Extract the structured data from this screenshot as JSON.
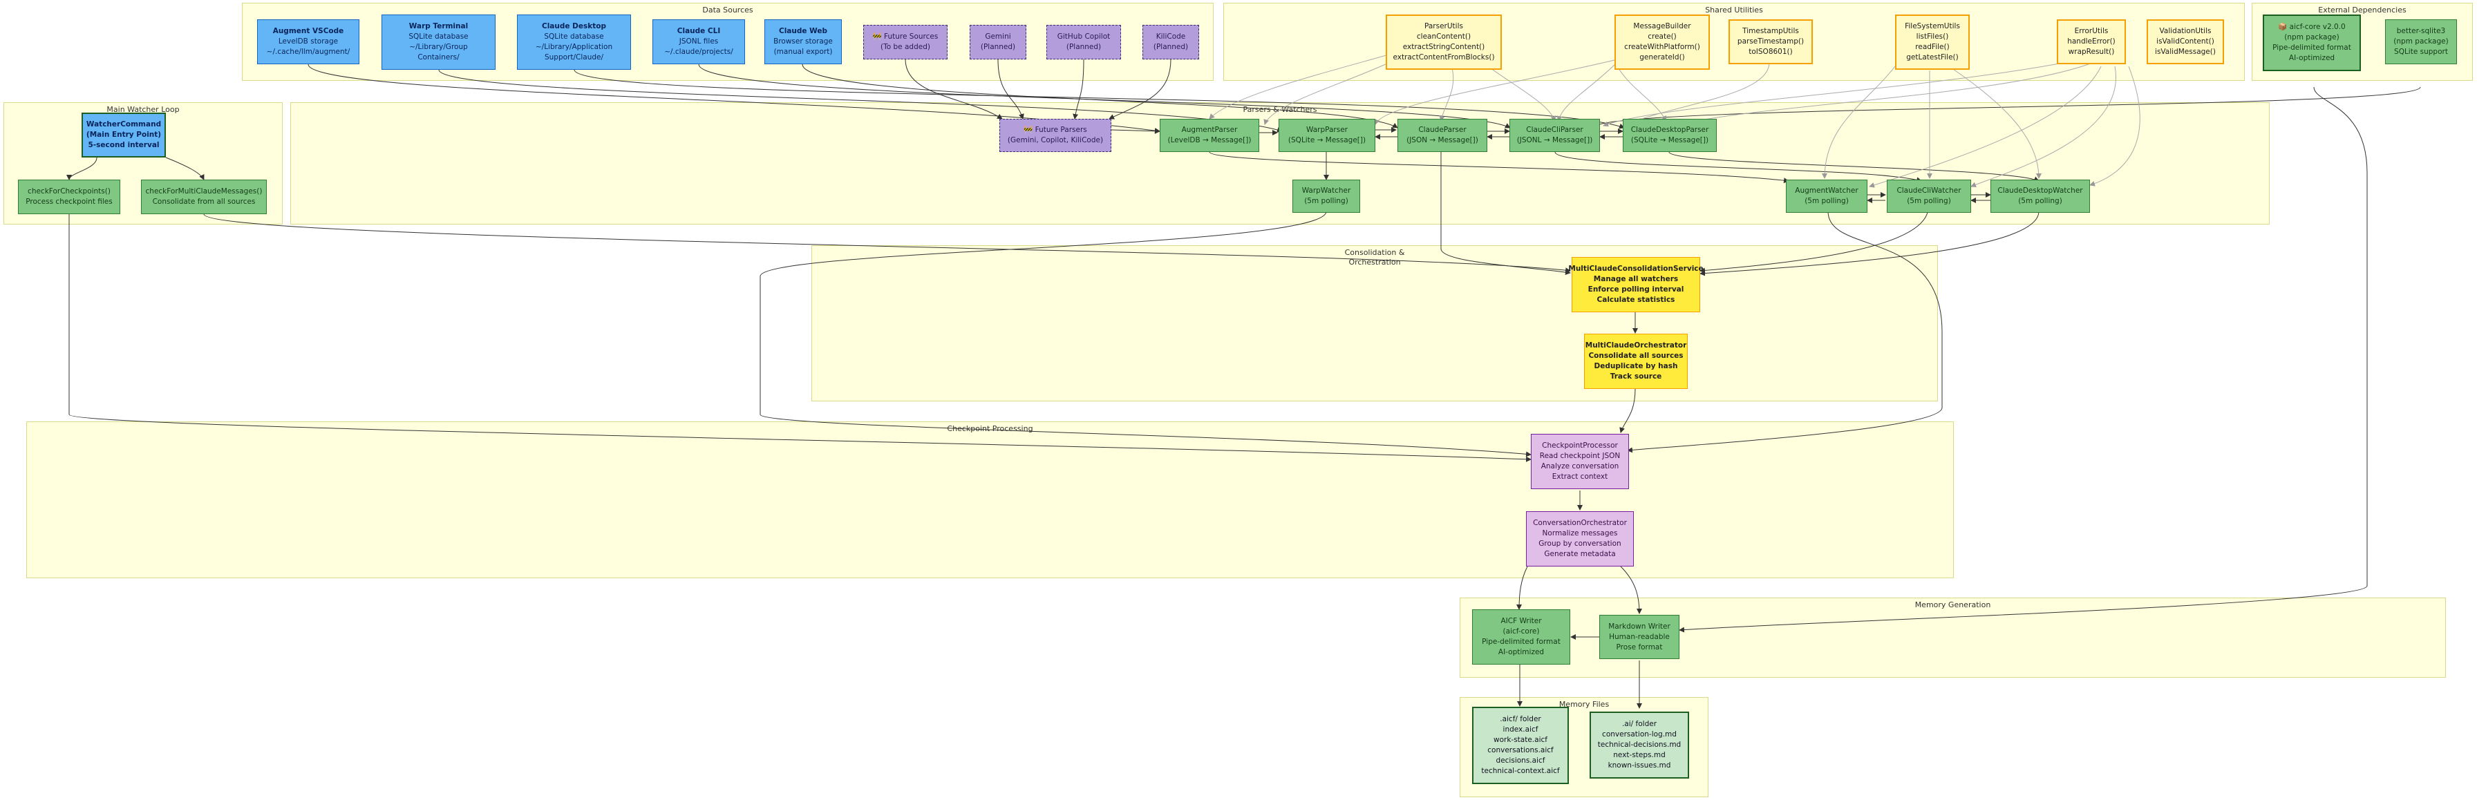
{
  "clusters": {
    "data_sources": "Data Sources",
    "shared_utilities": "Shared Utilities",
    "external_dependencies": "External Dependencies",
    "main_watcher_loop": "Main Watcher Loop",
    "parsers_watchers": "Parsers & Watchers",
    "consolidation_line1": "Consolidation &",
    "consolidation_line2": "Orchestration",
    "checkpoint_processing": "Checkpoint Processing",
    "memory_generation": "Memory Generation",
    "memory_files": "Memory Files"
  },
  "nodes": {
    "augment_vscode": [
      "Augment VSCode",
      "LevelDB storage",
      "~/.cache/llm/augment/"
    ],
    "warp_terminal": [
      "Warp Terminal",
      "SQLite database",
      "~/Library/Group",
      "Containers/"
    ],
    "claude_desktop": [
      "Claude Desktop",
      "SQLite database",
      "~/Library/Application",
      "Support/Claude/"
    ],
    "claude_cli": [
      "Claude CLI",
      "JSONL files",
      "~/.claude/projects/"
    ],
    "claude_web": [
      "Claude Web",
      "Browser storage",
      "(manual export)"
    ],
    "future_sources": [
      "🚧 Future Sources",
      "(To be added)"
    ],
    "gemini": [
      "Gemini",
      "(Planned)"
    ],
    "github_copilot": [
      "GitHub Copilot",
      "(Planned)"
    ],
    "kilocode": [
      "KiliCode",
      "(Planned)"
    ],
    "parser_utils": [
      "ParserUtils",
      "cleanContent()",
      "extractStringContent()",
      "extractContentFromBlocks()"
    ],
    "message_builder": [
      "MessageBuilder",
      "create()",
      "createWithPlatform()",
      "generateId()"
    ],
    "timestamp_utils": [
      "TimestampUtils",
      "parseTimestamp()",
      "toISO8601()"
    ],
    "filesystem_utils": [
      "FileSystemUtils",
      "listFiles()",
      "readFile()",
      "getLatestFile()"
    ],
    "error_utils": [
      "ErrorUtils",
      "handleError()",
      "wrapResult()"
    ],
    "validation_utils": [
      "ValidationUtils",
      "isValidContent()",
      "isValidMessage()"
    ],
    "aicf_core": [
      "📦 aicf-core v2.0.0",
      "(npm package)",
      "Pipe-delimited format",
      "AI-optimized"
    ],
    "better_sqlite3": [
      "better-sqlite3",
      "(npm package)",
      "SQLite support"
    ],
    "watcher_command": [
      "WatcherCommand",
      "(Main Entry Point)",
      "5-second interval"
    ],
    "check_checkpoints": [
      "checkForCheckpoints()",
      "Process checkpoint files"
    ],
    "check_multiclaude": [
      "checkForMultiClaudeMessages()",
      "Consolidate from all sources"
    ],
    "future_parsers": [
      "🚧 Future Parsers",
      "(Gemini, Copilot, KiliCode)"
    ],
    "augment_parser": [
      "AugmentParser",
      "(LevelDB → Message[])"
    ],
    "warp_parser": [
      "WarpParser",
      "(SQLite → Message[])"
    ],
    "claude_parser": [
      "ClaudeParser",
      "(JSON → Message[])"
    ],
    "claude_cli_parser": [
      "ClaudeCliParser",
      "(JSONL → Message[])"
    ],
    "claude_desktop_parser": [
      "ClaudeDesktopParser",
      "(SQLite → Message[])"
    ],
    "warp_watcher": [
      "WarpWatcher",
      "(5m polling)"
    ],
    "augment_watcher": [
      "AugmentWatcher",
      "(5m polling)"
    ],
    "claude_cli_watcher": [
      "ClaudeCliWatcher",
      "(5m polling)"
    ],
    "claude_desktop_watcher": [
      "ClaudeDesktopWatcher",
      "(5m polling)"
    ],
    "multiclaude_service": [
      "MultiClaudeConsolidationService",
      "Manage all watchers",
      "Enforce polling interval",
      "Calculate statistics"
    ],
    "multiclaude_orchestrator": [
      "MultiClaudeOrchestrator",
      "Consolidate all sources",
      "Deduplicate by hash",
      "Track source"
    ],
    "checkpoint_processor": [
      "CheckpointProcessor",
      "Read checkpoint JSON",
      "Analyze conversation",
      "Extract context"
    ],
    "conversation_orchestrator": [
      "ConversationOrchestrator",
      "Normalize messages",
      "Group by conversation",
      "Generate metadata"
    ],
    "aicf_writer": [
      "AICF Writer",
      "(aicf-core)",
      "Pipe-delimited format",
      "AI-optimized"
    ],
    "markdown_writer": [
      "Markdown Writer",
      "Human-readable",
      "Prose format"
    ],
    "aicf_folder": [
      ".aicf/ folder",
      "index.aicf",
      "work-state.aicf",
      "conversations.aicf",
      "decisions.aicf",
      "technical-context.aicf"
    ],
    "ai_folder": [
      ".ai/ folder",
      "conversation-log.md",
      "technical-decisions.md",
      "next-steps.md",
      "known-issues.md"
    ]
  },
  "colors": {
    "cluster_fill": "#ffffde",
    "cluster_border": "#d9d98a",
    "source_blue": "#64b5f6",
    "planned_purple": "#b39ddb",
    "utility_yellow": "#fff9c4",
    "component_green": "#81c784",
    "service_yellow": "#ffeb3b",
    "processor_purple": "#e1bee7",
    "file_green": "#c8e6c9",
    "edge": "#333333",
    "util_edge": "#aaaaaa"
  }
}
